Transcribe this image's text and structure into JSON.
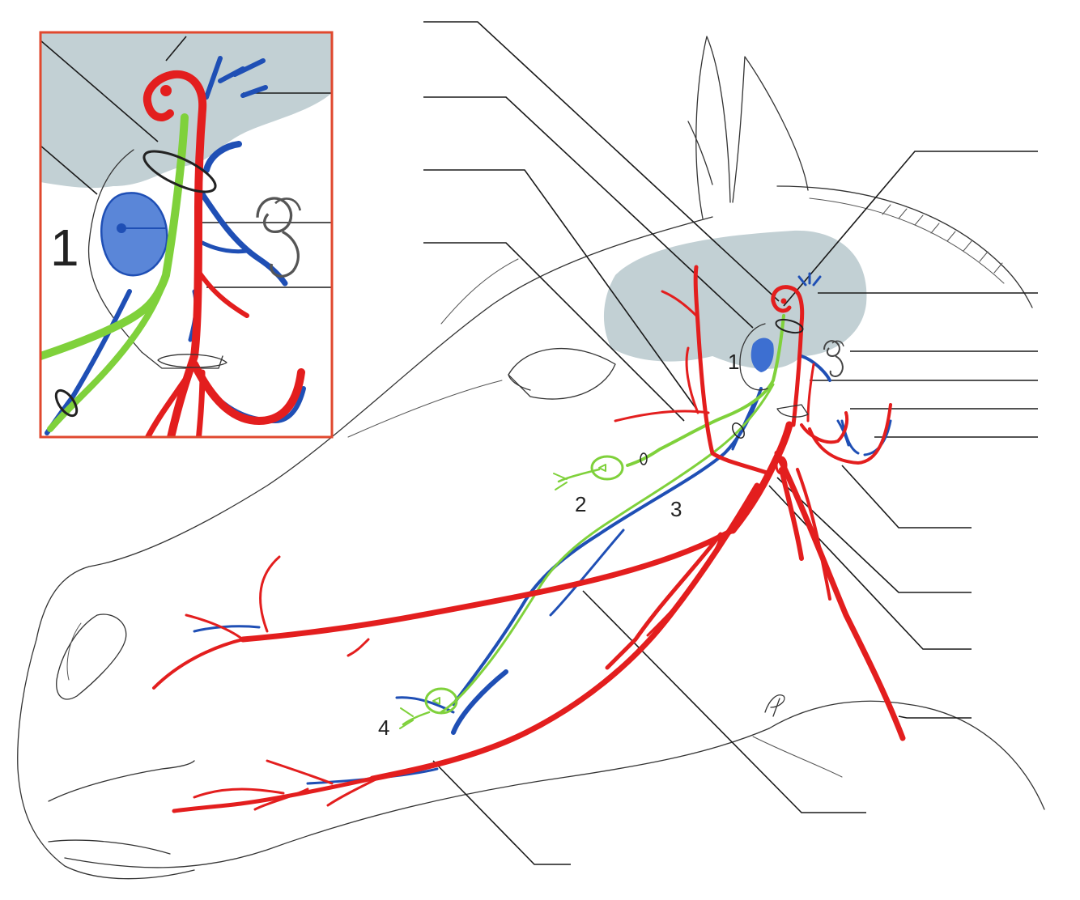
{
  "figure": {
    "numbered_labels": [
      "1",
      "2",
      "3",
      "4"
    ],
    "inset_label": "1"
  },
  "colors": {
    "artery": "#e31e1e",
    "vein": "#1f4fb5",
    "nerve": "#7fd13b",
    "gland": "#b7c8cc",
    "inset_border": "#e0482e",
    "outline": "#333333"
  },
  "icons": [
    "inner-ear-icon",
    "ganglion-icon",
    "signature-mark-icon"
  ]
}
